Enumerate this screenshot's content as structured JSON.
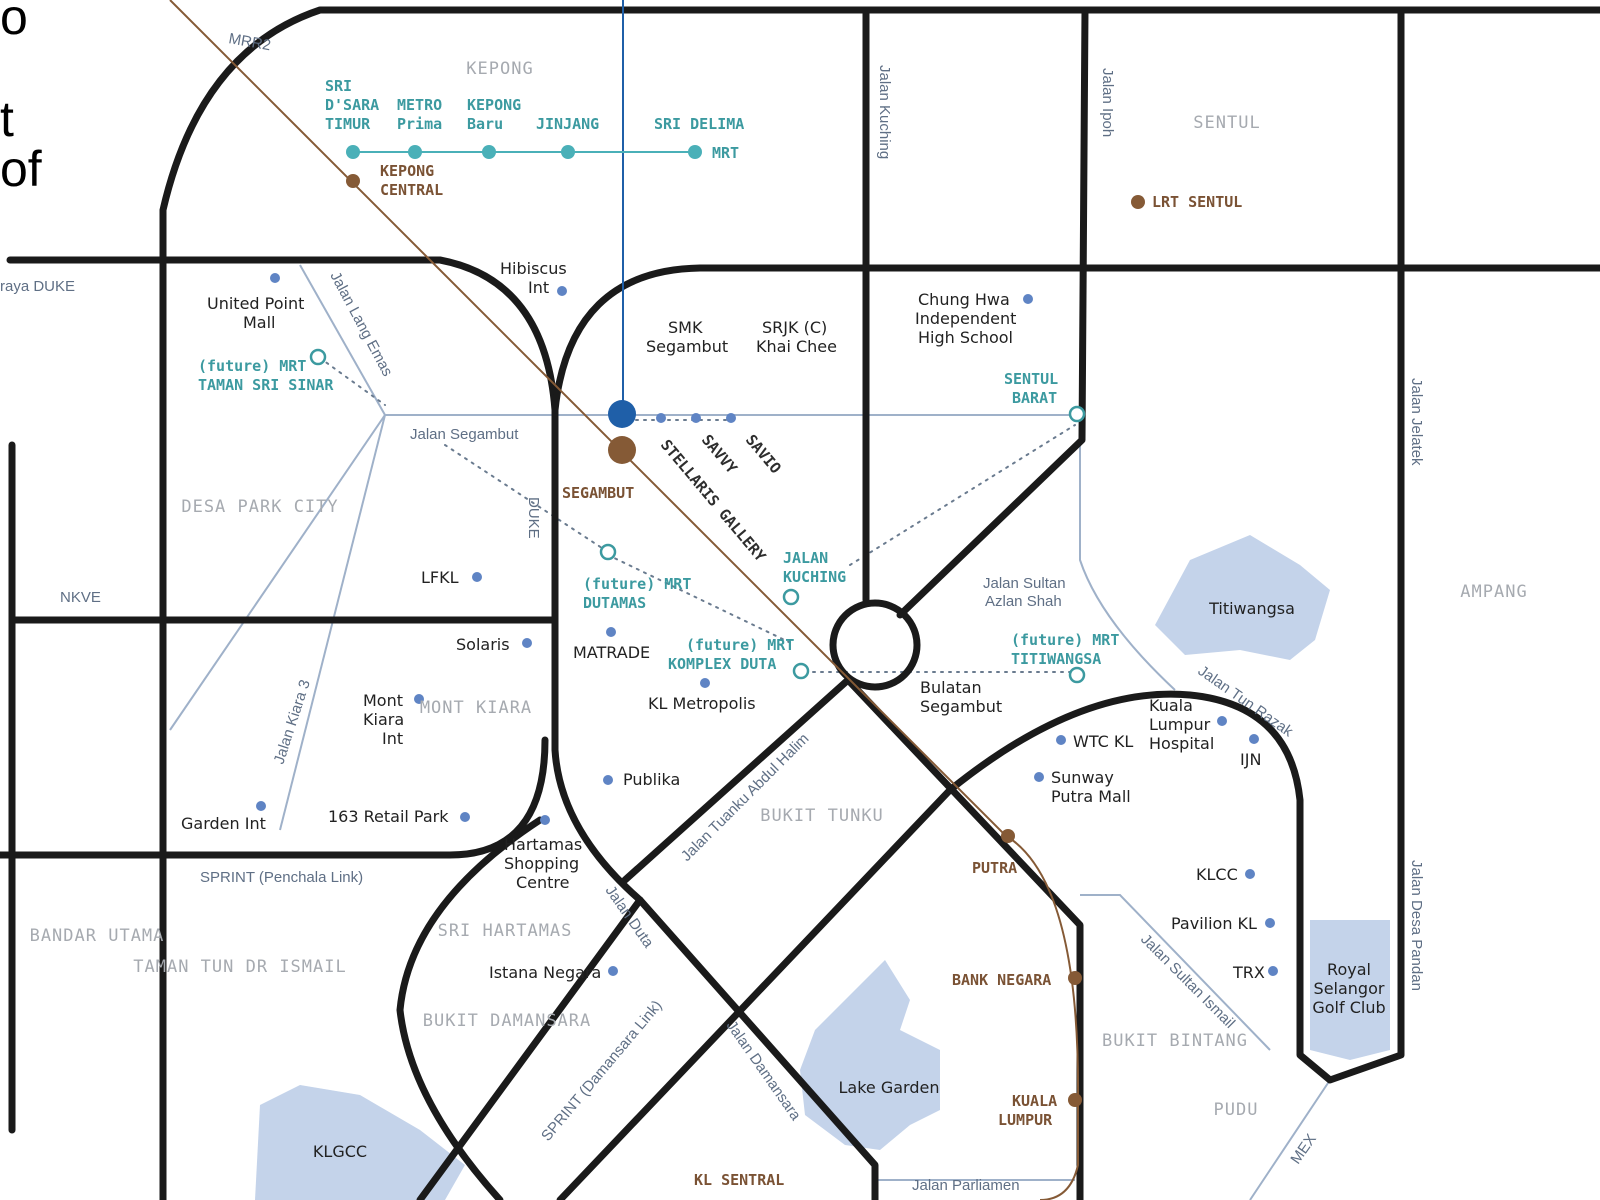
{
  "clipped_text": [
    "o",
    "t of"
  ],
  "districts": [
    "KEPONG",
    "SENTUL",
    "DESA PARK CITY",
    "MONT KIARA",
    "BUKIT TUNKU",
    "AMPANG",
    "BANDAR UTAMA",
    "TAMAN TUN DR ISMAIL",
    "SRI HARTAMAS",
    "BUKIT DAMANSARA",
    "BUKIT BINTANG",
    "PUDU"
  ],
  "roads": [
    "MRR2",
    "Jalan Kuching",
    "Jalan Ipoh",
    "Jalan Jelatek",
    "Jalan Desa Pandan",
    "raya DUKE",
    "Jalan Lang Emas",
    "Jalan Segambut",
    "DUKE",
    "NKVE",
    "Jalan Kiara 3",
    "Jalan Sultan Azlan Shah",
    "Jalan Tun Razak",
    "Jalan Tuanku Abdul Halim",
    "SPRINT (Penchala Link)",
    "Jalan Duta",
    "SPRINT (Damansara Link)",
    "Jalan Damansara",
    "Jalan Sultan Ismail",
    "MEX",
    "Jalan Parliamen",
    "Bulatan Segambut"
  ],
  "mrt_line": {
    "stations": [
      "SRI D'SARA TIMUR",
      "METRO Prima",
      "KEPONG Baru",
      "JINJANG",
      "SRI DELIMA"
    ],
    "label": "MRT"
  },
  "lrt_stations": [
    "KEPONG CENTRAL",
    "LRT SENTUL",
    "SEGAMBUT",
    "PUTRA",
    "BANK NEGARA",
    "KUALA LUMPUR",
    "KL SENTRAL"
  ],
  "future_mrt": [
    "(future) MRT TAMAN SRI SINAR",
    "(future) MRT DUTAMAS",
    "(future) MRT KOMPLEX DUTA",
    "(future) MRT TITIWANGSA"
  ],
  "teal_labels": [
    "SENTUL BARAT",
    "JALAN KUCHING"
  ],
  "projects": [
    "STELLARIS GALLERY",
    "SAVVY",
    "SAVIO"
  ],
  "pois": [
    "Hibiscus Int",
    "United Point Mall",
    "SMK Segambut",
    "SRJK (C) Khai Chee",
    "Chung Hwa Independent High School",
    "LFKL",
    "Solaris",
    "MATRADE",
    "KL Metropolis",
    "Mont Kiara Int",
    "Publika",
    "Garden Int",
    "163 Retail Park",
    "Hartamas Shopping Centre",
    "Istana Negara",
    "WTC KL",
    "Kuala Lumpur Hospital",
    "IJN",
    "Sunway Putra Mall",
    "KLCC",
    "Pavilion KL",
    "TRX"
  ],
  "parks": [
    "Titiwangsa",
    "Royal Selangor Golf Club",
    "Lake Garden",
    "KLGCC"
  ],
  "colors": {
    "road": "#1a1a1a",
    "mrt": "#4ab0b8",
    "lrt": "#855a36",
    "blue_line": "#1f5fa8",
    "park": "#c4d3ea",
    "poi": "#5f84c4"
  }
}
